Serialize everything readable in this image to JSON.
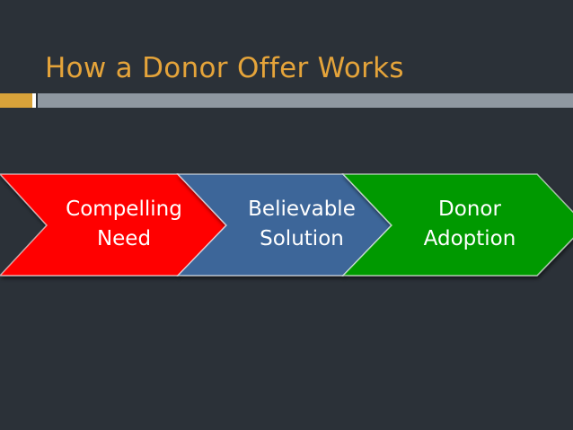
{
  "title": "How a Donor Offer Works",
  "steps": [
    {
      "line1": "Compelling",
      "line2": "Need",
      "color": "#ff0000"
    },
    {
      "line1": "Believable",
      "line2": "Solution",
      "color": "#3e6699"
    },
    {
      "line1": "Donor",
      "line2": "Adoption",
      "color": "#009900"
    }
  ],
  "colors": {
    "background": "#2b3138",
    "title": "#e5a43a",
    "accent_rule": "#d9a33a",
    "rule": "#8f98a1"
  }
}
